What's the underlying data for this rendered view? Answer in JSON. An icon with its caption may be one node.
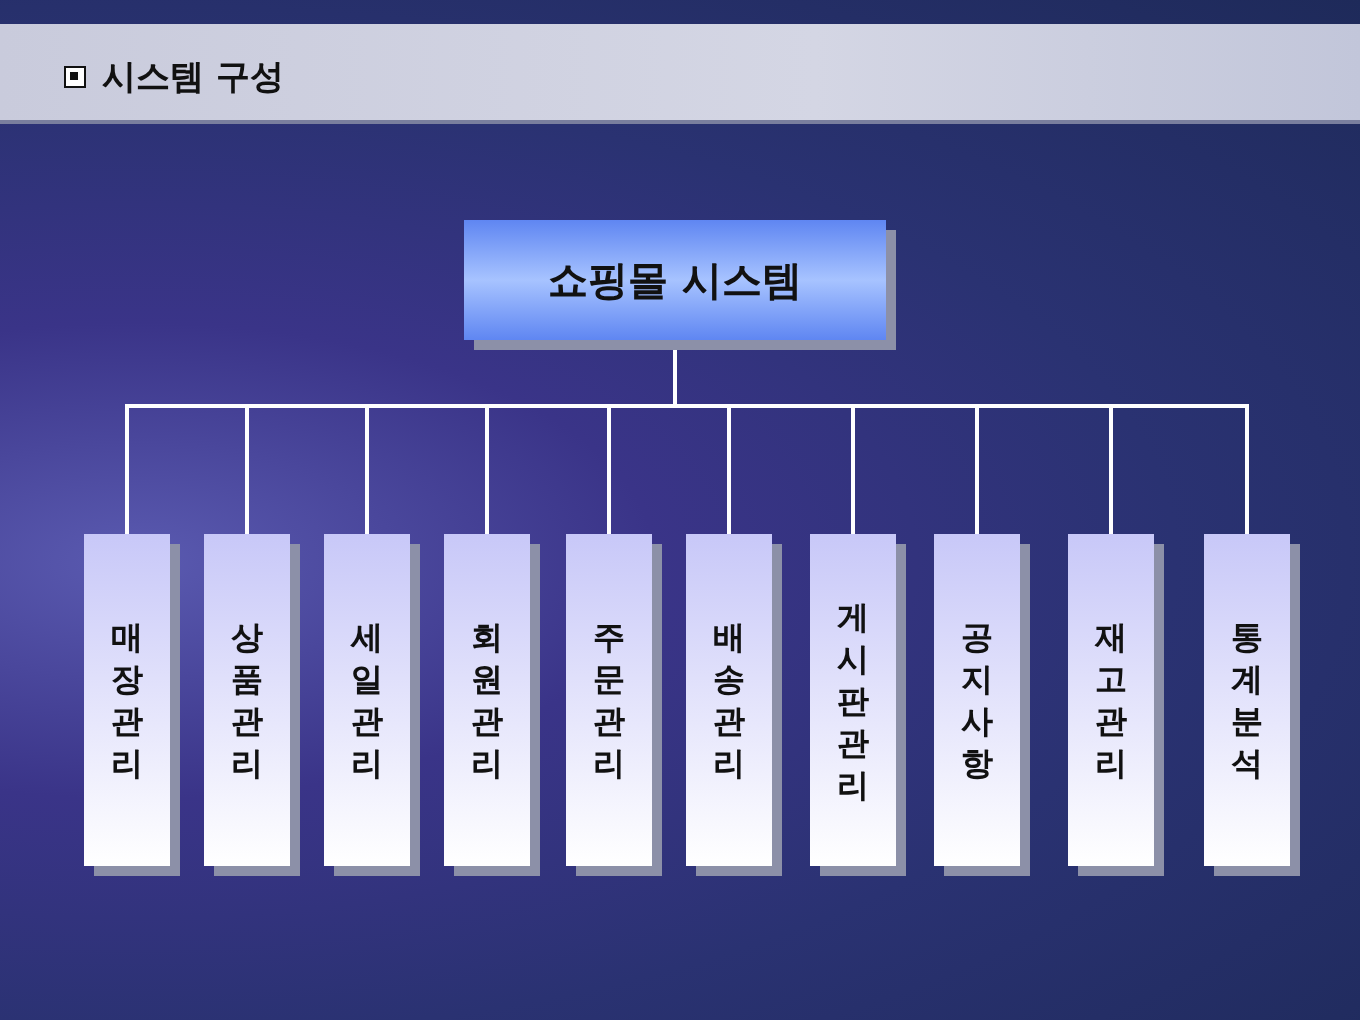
{
  "diagram": {
    "title": "시스템 구성",
    "nodes": [
      {
        "text": [
          "쇼핑몰 시스템"
        ]
      },
      {
        "text": [
          "매장관리"
        ]
      },
      {
        "text": [
          "상품관리"
        ]
      },
      {
        "text": [
          "세일관리"
        ]
      },
      {
        "text": [
          "회원관리"
        ]
      },
      {
        "text": [
          "주문관리"
        ]
      },
      {
        "text": [
          "배송관리"
        ]
      },
      {
        "text": [
          "게시판관리"
        ]
      },
      {
        "text": [
          "공지사항"
        ]
      },
      {
        "text": [
          "재고관리"
        ]
      },
      {
        "text": [
          "통계분석"
        ]
      }
    ],
    "edges": [
      {
        "from": 0,
        "to": 1,
        "arrow": "none"
      },
      {
        "from": 0,
        "to": 2,
        "arrow": "none"
      },
      {
        "from": 0,
        "to": 3,
        "arrow": "none"
      },
      {
        "from": 0,
        "to": 4,
        "arrow": "none"
      },
      {
        "from": 0,
        "to": 5,
        "arrow": "none"
      },
      {
        "from": 0,
        "to": 6,
        "arrow": "none"
      },
      {
        "from": 0,
        "to": 7,
        "arrow": "none"
      },
      {
        "from": 0,
        "to": 8,
        "arrow": "none"
      },
      {
        "from": 0,
        "to": 9,
        "arrow": "none"
      },
      {
        "from": 0,
        "to": 10,
        "arrow": "none"
      }
    ]
  }
}
